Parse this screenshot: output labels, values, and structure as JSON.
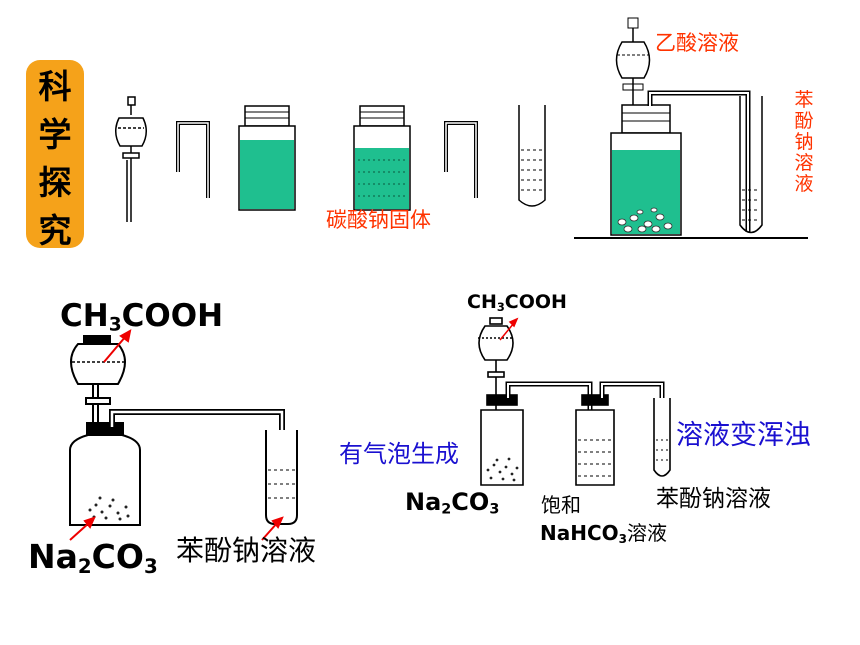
{
  "badge_chars": [
    "科",
    "学",
    "探",
    "究"
  ],
  "top": {
    "label_acetic": "乙酸溶液",
    "label_sodium_carbonate_solid": "碳酸钠固体",
    "label_phenolate_vertical": [
      "苯",
      "酚",
      "钠",
      "溶",
      "液"
    ]
  },
  "left_diagram": {
    "acid_main": "CH",
    "acid_sub": "3",
    "acid_tail": "COOH",
    "carbonate_main_a": "Na",
    "carbonate_sub_a": "2",
    "carbonate_main_b": "CO",
    "carbonate_sub_b": "3",
    "phenolate_label": "苯酚钠溶液"
  },
  "right_diagram": {
    "acid_main": "CH",
    "acid_sub": "3",
    "acid_tail": "COOH",
    "bubbles_label": "有气泡生成",
    "carbonate_main_a": "Na",
    "carbonate_sub_a": "2",
    "carbonate_main_b": "CO",
    "carbonate_sub_b": "3",
    "saturated_label": "饱和",
    "bicarb_main": "NaHCO",
    "bicarb_sub": "3",
    "bicarb_tail": "溶液",
    "turbid_label": "溶液变浑浊",
    "phenolate_label": "苯酚钠溶液"
  },
  "colors": {
    "badge": "#f5a21a",
    "liquid": "#1fbf8f",
    "accent_red": "#ff3300",
    "accent_blue": "#1a10d0"
  }
}
